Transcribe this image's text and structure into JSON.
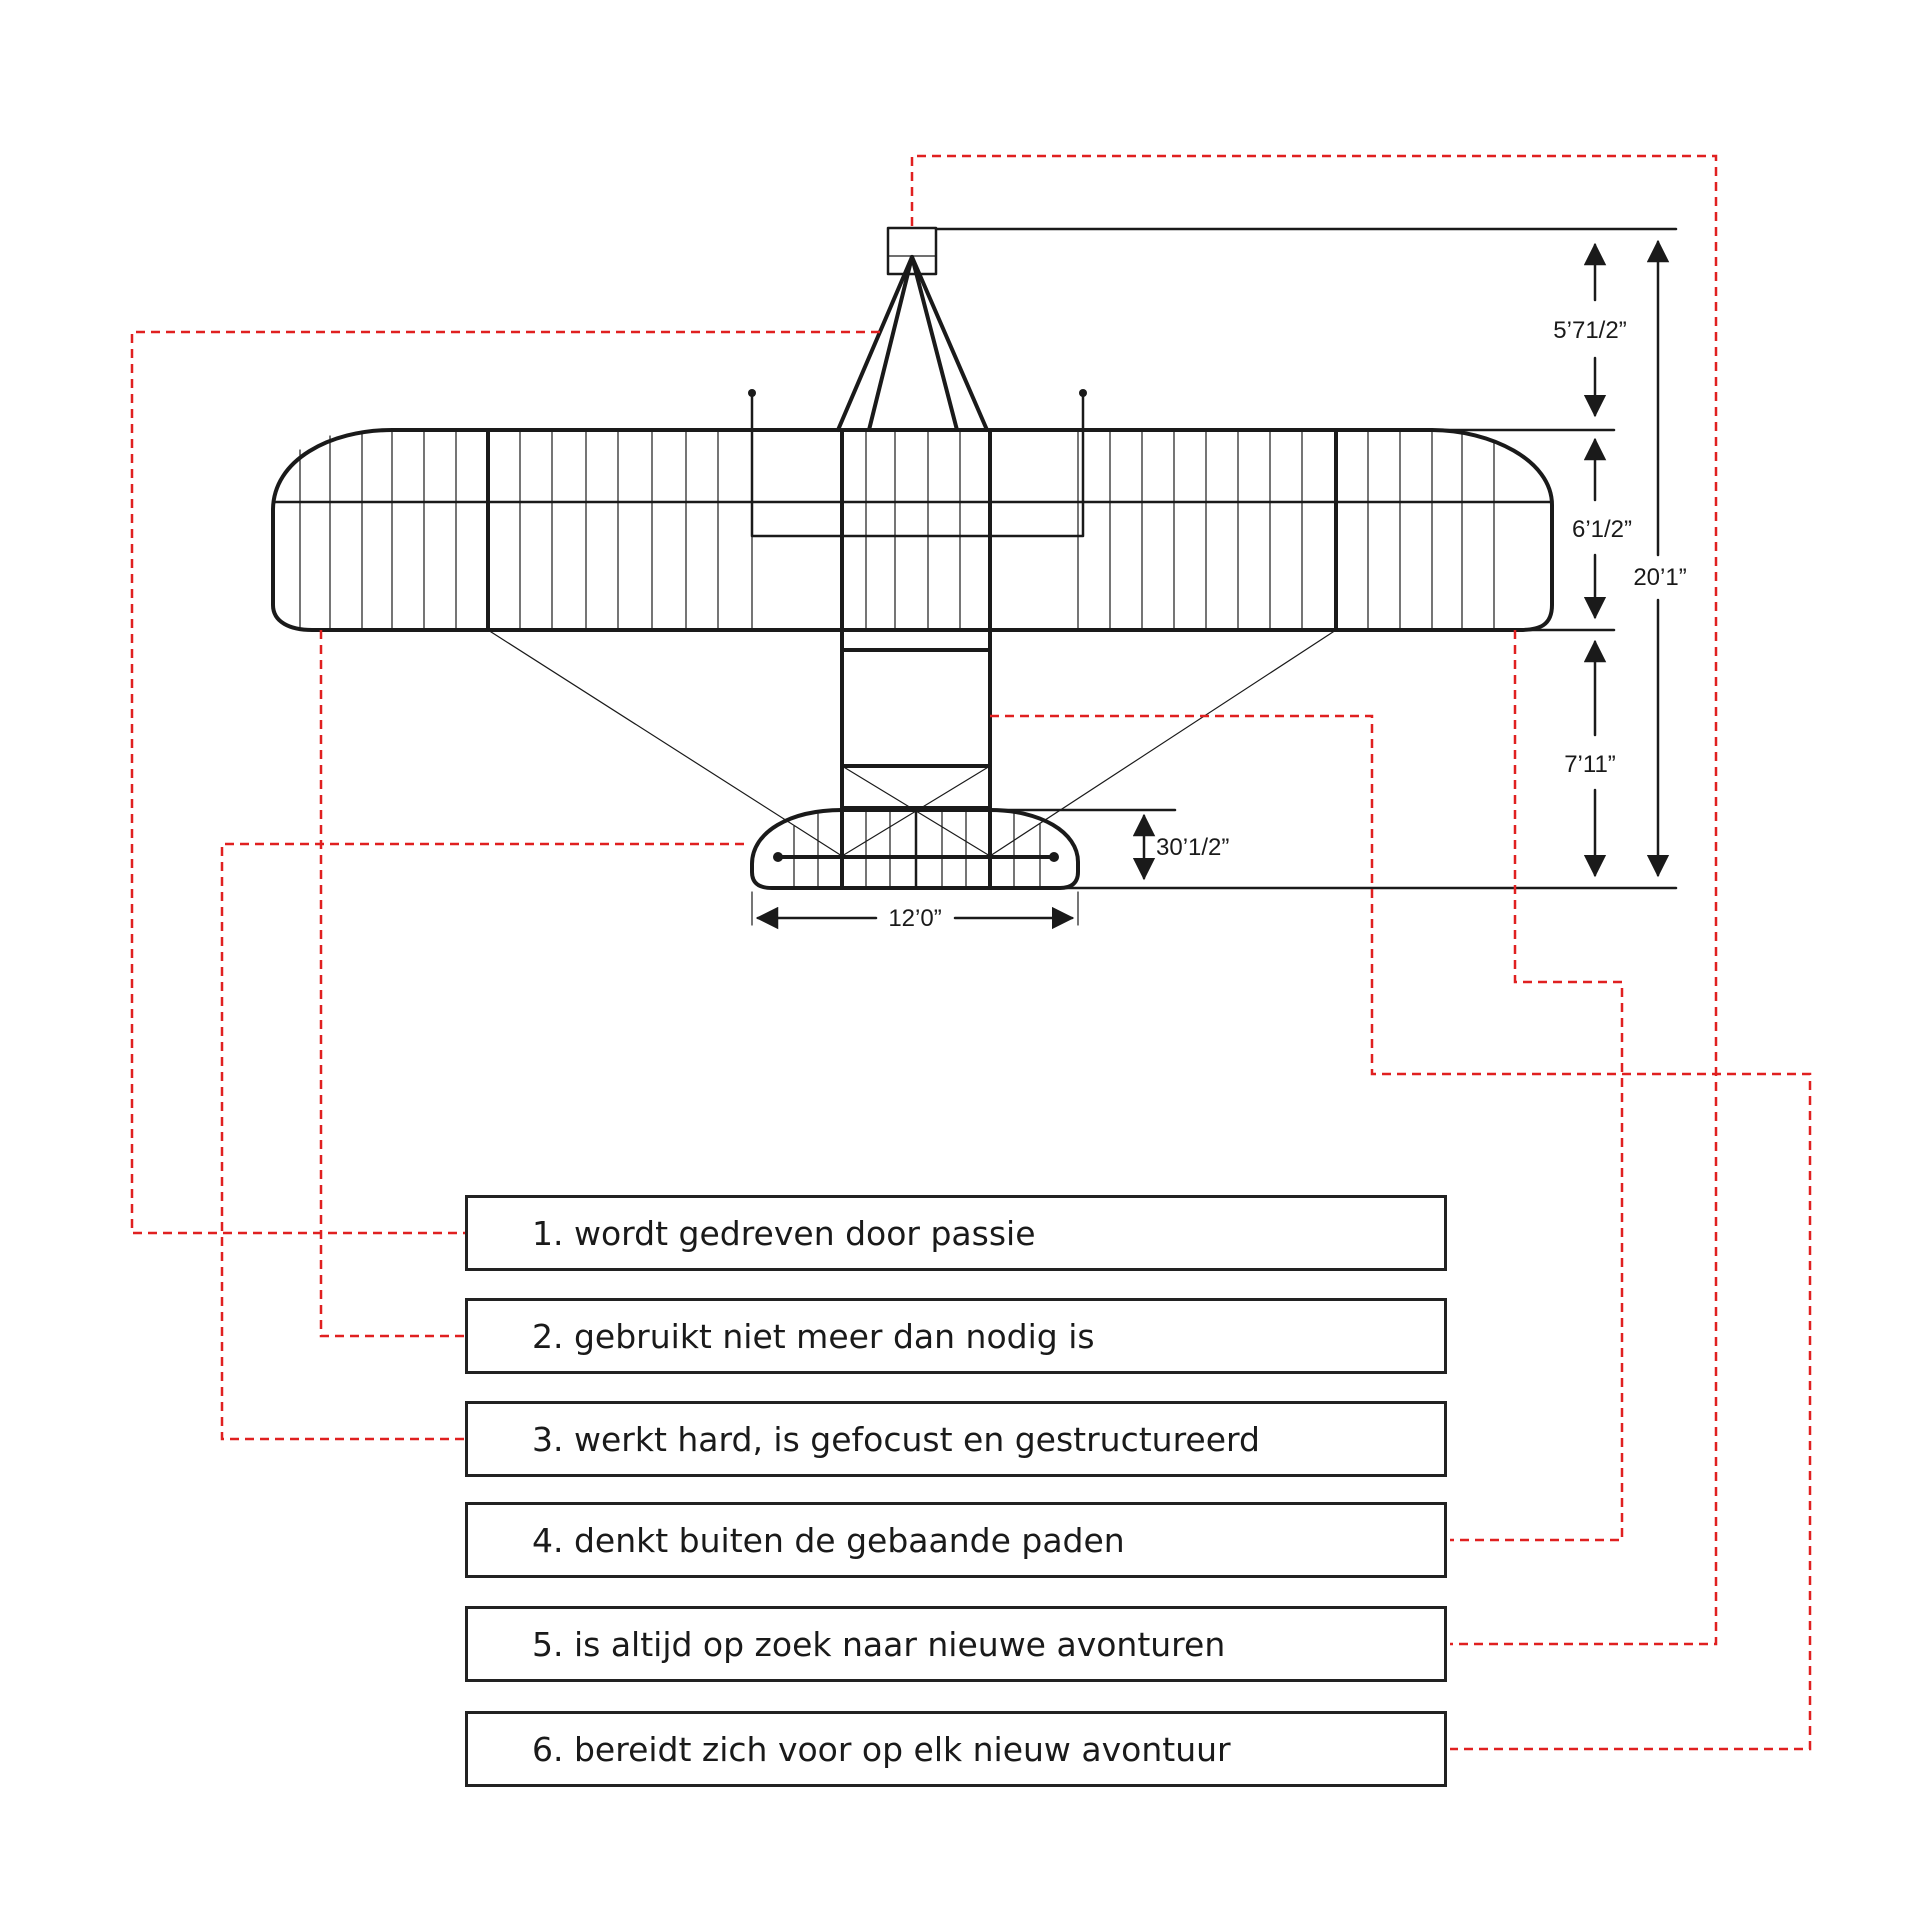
{
  "colors": {
    "leader": "#e02020",
    "line": "#1a1a1a",
    "box_border": "#222222"
  },
  "dimensions": {
    "tail_to_wing": "5’71/2”",
    "wing_chord": "6’1/2”",
    "overall_length": "20’1”",
    "wing_to_elevator": "7’11”",
    "elevator_chord": "30’1/2”",
    "elevator_span": "12’0”"
  },
  "labels": [
    {
      "text": "1. wordt gedreven door passie"
    },
    {
      "text": "2. gebruikt niet meer dan nodig is"
    },
    {
      "text": "3. werkt hard, is gefocust en gestructureerd"
    },
    {
      "text": "4. denkt buiten de gebaande paden"
    },
    {
      "text": "5. is altijd op zoek naar nieuwe avonturen"
    },
    {
      "text": "6. bereidt zich voor op elk nieuw avontuur"
    }
  ]
}
